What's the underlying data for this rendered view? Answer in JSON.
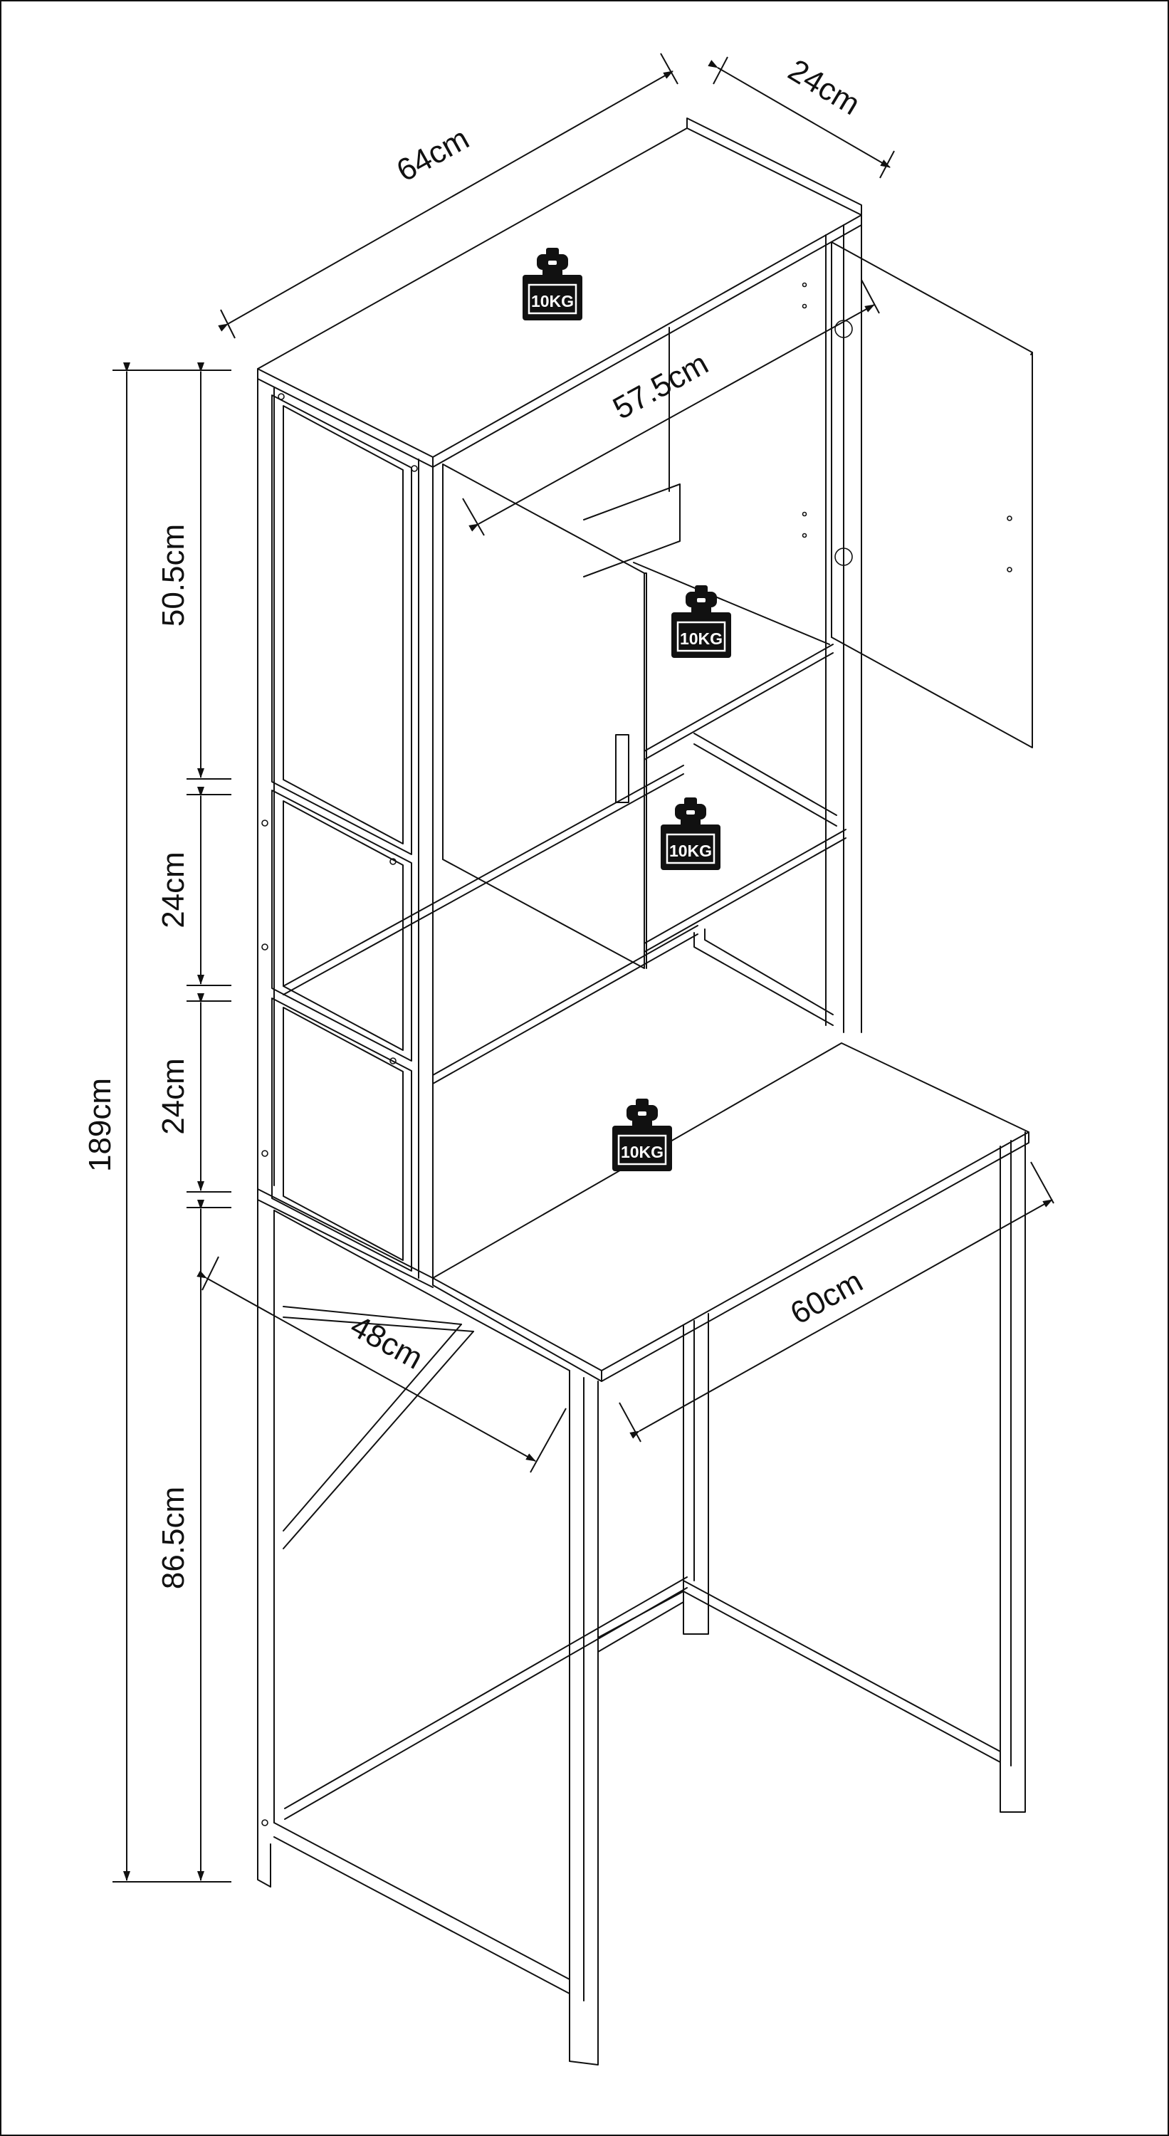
{
  "colors": {
    "ink": "#111111",
    "background": "#ffffff"
  },
  "dimensions": {
    "width_top": "64cm",
    "depth_top": "24cm",
    "inner_width": "57.5cm",
    "height_upper": "50.5cm",
    "height_mid": "24cm",
    "height_lower_shelf": "24cm",
    "height_total": "189cm",
    "height_desk": "86.5cm",
    "desk_depth": "48cm",
    "desk_width": "60cm"
  },
  "load_badges": [
    {
      "label": "10KG",
      "icon": "weight-icon"
    },
    {
      "label": "10KG",
      "icon": "weight-icon"
    },
    {
      "label": "10KG",
      "icon": "weight-icon"
    },
    {
      "label": "10KG",
      "icon": "weight-icon"
    }
  ]
}
